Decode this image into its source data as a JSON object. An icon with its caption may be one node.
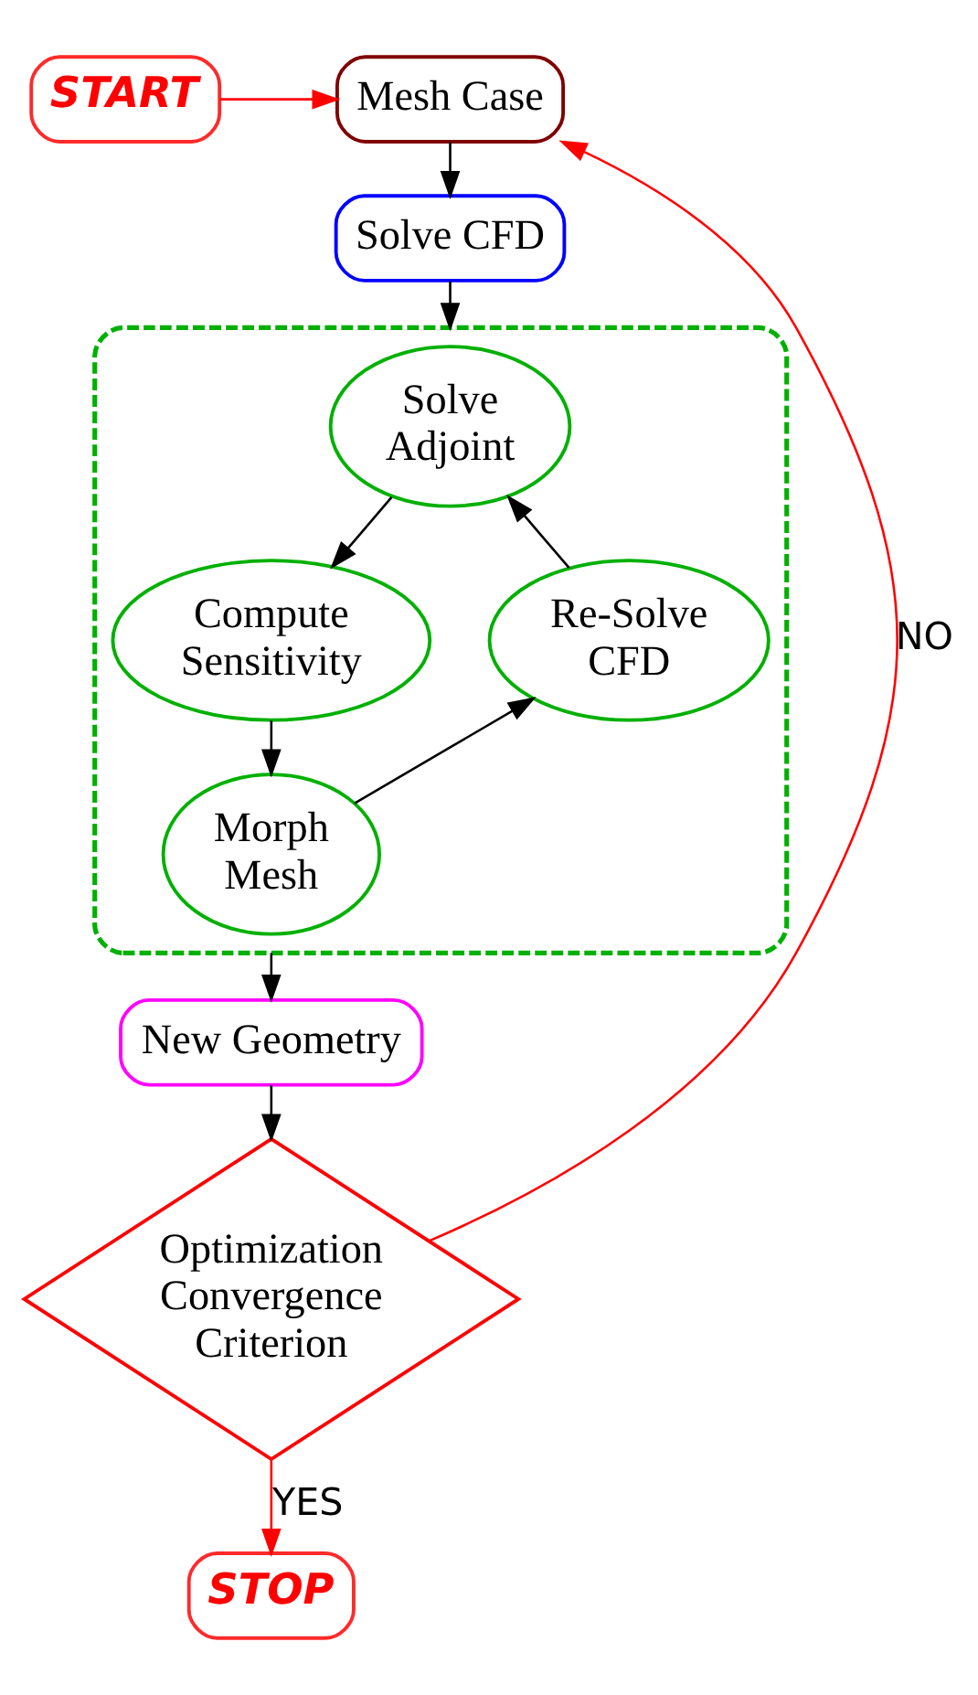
{
  "diagram": {
    "nodes": [
      {
        "text": [
          "START"
        ]
      },
      {
        "text": [
          "Mesh Case"
        ]
      },
      {
        "text": [
          "Solve CFD"
        ]
      },
      {
        "text": [],
        "shape": "box"
      },
      {
        "text": [
          "Solve Adjoint"
        ],
        "in": 3
      },
      {
        "text": [
          "Compute Sensitivity"
        ],
        "in": 3
      },
      {
        "text": [
          "Re-Solve CFD"
        ],
        "in": 3
      },
      {
        "text": [
          "Morph Mesh"
        ],
        "in": 3
      },
      {
        "text": [
          "New Geometry"
        ]
      },
      {
        "text": [
          "Optimization Convergence Criterion"
        ]
      },
      {
        "text": [
          "STOP"
        ]
      }
    ],
    "edges": [
      {
        "from": 0,
        "to": 1,
        "arrow": "to",
        "color": "#ff0000"
      },
      {
        "from": 1,
        "to": 2,
        "arrow": "to"
      },
      {
        "from": 2,
        "to": 3,
        "arrow": "to"
      },
      {
        "from": 4,
        "to": 5,
        "arrow": "to"
      },
      {
        "from": 5,
        "to": 7,
        "arrow": "to"
      },
      {
        "from": 7,
        "to": 6,
        "arrow": "to"
      },
      {
        "from": 6,
        "to": 4,
        "arrow": "to"
      },
      {
        "from": 3,
        "to": 8,
        "arrow": "to"
      },
      {
        "from": 8,
        "to": 9,
        "arrow": "to"
      },
      {
        "from": 9,
        "to": 10,
        "arrow": "to",
        "label": "YES",
        "color": "#ff0000"
      },
      {
        "from": 9,
        "to": 1,
        "arrow": "to",
        "label": "NO",
        "color": "#ff0000"
      }
    ]
  }
}
